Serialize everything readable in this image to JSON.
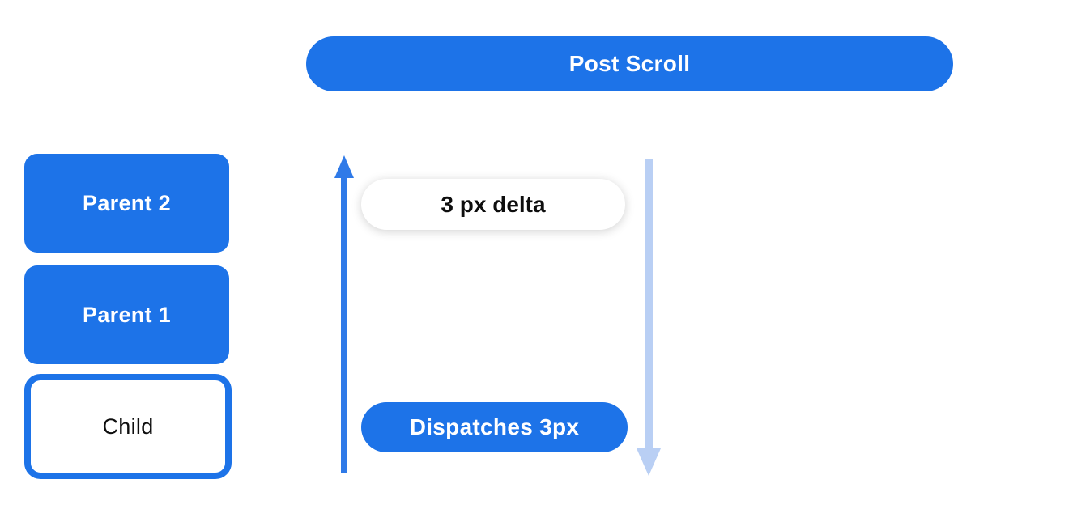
{
  "diagram": {
    "title_pill": {
      "label": "Post Scroll"
    },
    "widget_tree": {
      "parent_2": {
        "label": "Parent 2",
        "style": "filled"
      },
      "parent_1": {
        "label": "Parent 1",
        "style": "filled"
      },
      "child": {
        "label": "Child",
        "style": "outlined"
      }
    },
    "annotations": {
      "delta_pill_label": "3 px delta",
      "dispatch_pill_label": "Dispatches 3px"
    },
    "arrows": {
      "bubble_up_arrow": {
        "direction": "up",
        "color": "#2F7AE8"
      },
      "scroll_down_arrow": {
        "direction": "down",
        "color": "#B9CFF4"
      }
    },
    "colors": {
      "primary_blue": "#1D73E8",
      "arrow_blue": "#2F7AE8",
      "pale_blue": "#B9CFF4",
      "text_dark": "#0E0E0E",
      "text_light": "#FFFFFF",
      "background": "#FFFFFF"
    }
  }
}
